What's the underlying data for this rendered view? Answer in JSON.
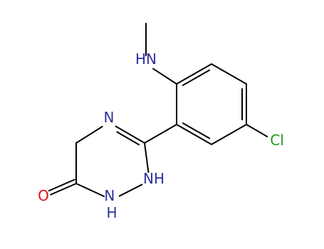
{
  "molecule": {
    "atoms": [
      {
        "id": "methyl-c",
        "symbol": ""
      },
      {
        "id": "amine-n",
        "symbol": "N",
        "hydrogen": "H",
        "color": "#3030a0"
      },
      {
        "id": "ring-c1",
        "symbol": ""
      },
      {
        "id": "ring-c2",
        "symbol": ""
      },
      {
        "id": "ring-c3",
        "symbol": ""
      },
      {
        "id": "ring-c4",
        "symbol": ""
      },
      {
        "id": "ring-c5",
        "symbol": ""
      },
      {
        "id": "ring-c6",
        "symbol": ""
      },
      {
        "id": "chlorine",
        "symbol": "Cl",
        "color": "#1f9a1f"
      },
      {
        "id": "tri-c3",
        "symbol": ""
      },
      {
        "id": "tri-n4",
        "symbol": "N",
        "color": "#3030a0"
      },
      {
        "id": "tri-c5",
        "symbol": ""
      },
      {
        "id": "tri-c6",
        "symbol": ""
      },
      {
        "id": "carbonyl-o",
        "symbol": "O",
        "color": "#e01010"
      },
      {
        "id": "tri-n1",
        "symbol": "N",
        "hydrogen": "H",
        "color": "#3030a0"
      },
      {
        "id": "tri-n2",
        "symbol": "N",
        "hydrogen": "H",
        "color": "#3030a0"
      }
    ],
    "bonds": [
      {
        "from": "methyl-c",
        "to": "amine-n",
        "order": 1
      },
      {
        "from": "amine-n",
        "to": "ring-c1",
        "order": 1
      },
      {
        "from": "ring-c1",
        "to": "ring-c2",
        "order": 2
      },
      {
        "from": "ring-c2",
        "to": "ring-c3",
        "order": 1
      },
      {
        "from": "ring-c3",
        "to": "ring-c4",
        "order": 2
      },
      {
        "from": "ring-c4",
        "to": "ring-c5",
        "order": 1
      },
      {
        "from": "ring-c5",
        "to": "ring-c6",
        "order": 2
      },
      {
        "from": "ring-c6",
        "to": "ring-c1",
        "order": 1
      },
      {
        "from": "ring-c4",
        "to": "chlorine",
        "order": 1
      },
      {
        "from": "ring-c6",
        "to": "tri-c3",
        "order": 1
      },
      {
        "from": "tri-c3",
        "to": "tri-n4",
        "order": 2
      },
      {
        "from": "tri-n4",
        "to": "tri-c5",
        "order": 1
      },
      {
        "from": "tri-c5",
        "to": "tri-c6",
        "order": 1
      },
      {
        "from": "tri-c6",
        "to": "carbonyl-o",
        "order": 2
      },
      {
        "from": "tri-c6",
        "to": "tri-n1",
        "order": 1
      },
      {
        "from": "tri-n1",
        "to": "tri-n2",
        "order": 1
      },
      {
        "from": "tri-n2",
        "to": "tri-c3",
        "order": 1
      }
    ]
  }
}
